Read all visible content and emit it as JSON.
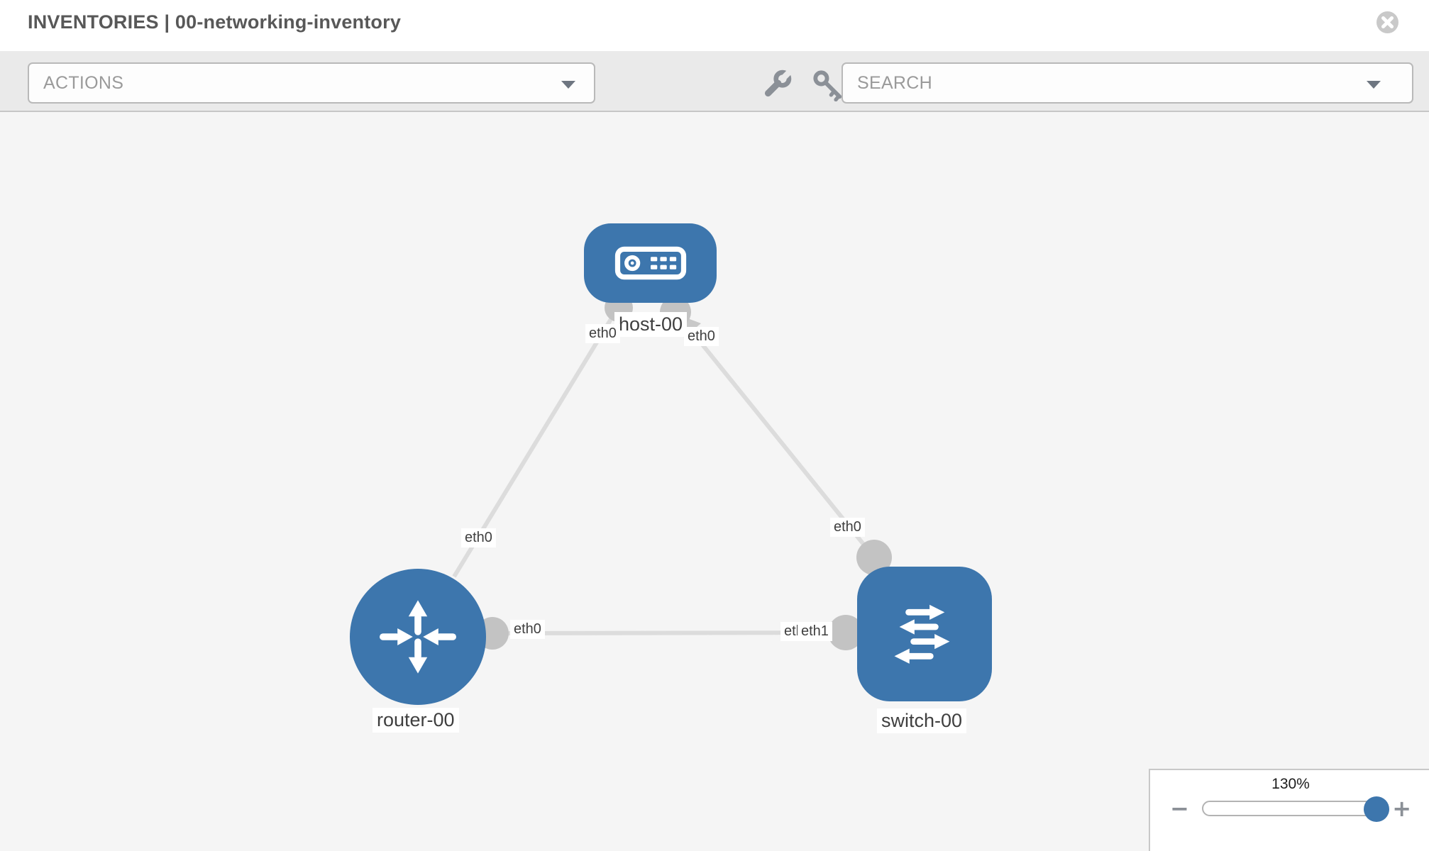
{
  "header": {
    "title": "INVENTORIES | 00-networking-inventory"
  },
  "toolbar": {
    "actions_label": "ACTIONS",
    "search_label": "SEARCH"
  },
  "icons": {
    "close": "circle-x",
    "wrench": "wrench",
    "key": "key",
    "caret": "triangle-down",
    "zoom_out_symbol": "−",
    "zoom_in_symbol": "+"
  },
  "topology": {
    "nodes": [
      {
        "id": "host-00",
        "type": "host",
        "label": "host-00"
      },
      {
        "id": "router-00",
        "type": "router",
        "label": "router-00"
      },
      {
        "id": "switch-00",
        "type": "switch",
        "label": "switch-00"
      }
    ],
    "links": [
      {
        "from": "host-00",
        "from_if": "eth0",
        "to": "router-00",
        "to_if": "eth0"
      },
      {
        "from": "host-00",
        "from_if": "eth0",
        "to": "switch-00",
        "to_if": "eth0"
      },
      {
        "from": "router-00",
        "from_if": "eth0",
        "to": "switch-00",
        "to_if": "eth1"
      }
    ],
    "interfaces": {
      "host_left": "eth0",
      "host_right": "eth0",
      "router_top": "eth0",
      "router_right": "eth0",
      "switch_top": "eth0",
      "switch_left_back": "eth0",
      "switch_left_front": "eth1"
    }
  },
  "zoom_control": {
    "value": "130%",
    "minus": "−",
    "plus": "+"
  },
  "colors": {
    "node_blue": "#3d76ad",
    "link_gray": "#dcdcdc",
    "connector_gray": "#c3c3c3",
    "toolbar_bg": "#eaeaea",
    "canvas_bg": "#f5f5f5",
    "title_gray": "#585858"
  }
}
